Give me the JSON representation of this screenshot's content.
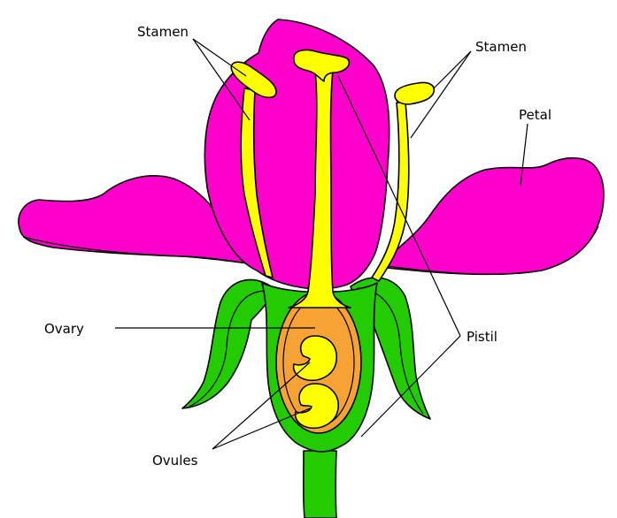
{
  "labels": {
    "stamen_left": "Stamen",
    "stamen_right": "Stamen",
    "petal": "Petal",
    "ovary": "Ovary",
    "pistil": "Pistil",
    "ovules": "Ovules"
  },
  "colors": {
    "petal": "#ff00cc",
    "stamen": "#ffff00",
    "sepal": "#22cc00",
    "ovary": "#f7a234",
    "outline": "#000000"
  }
}
